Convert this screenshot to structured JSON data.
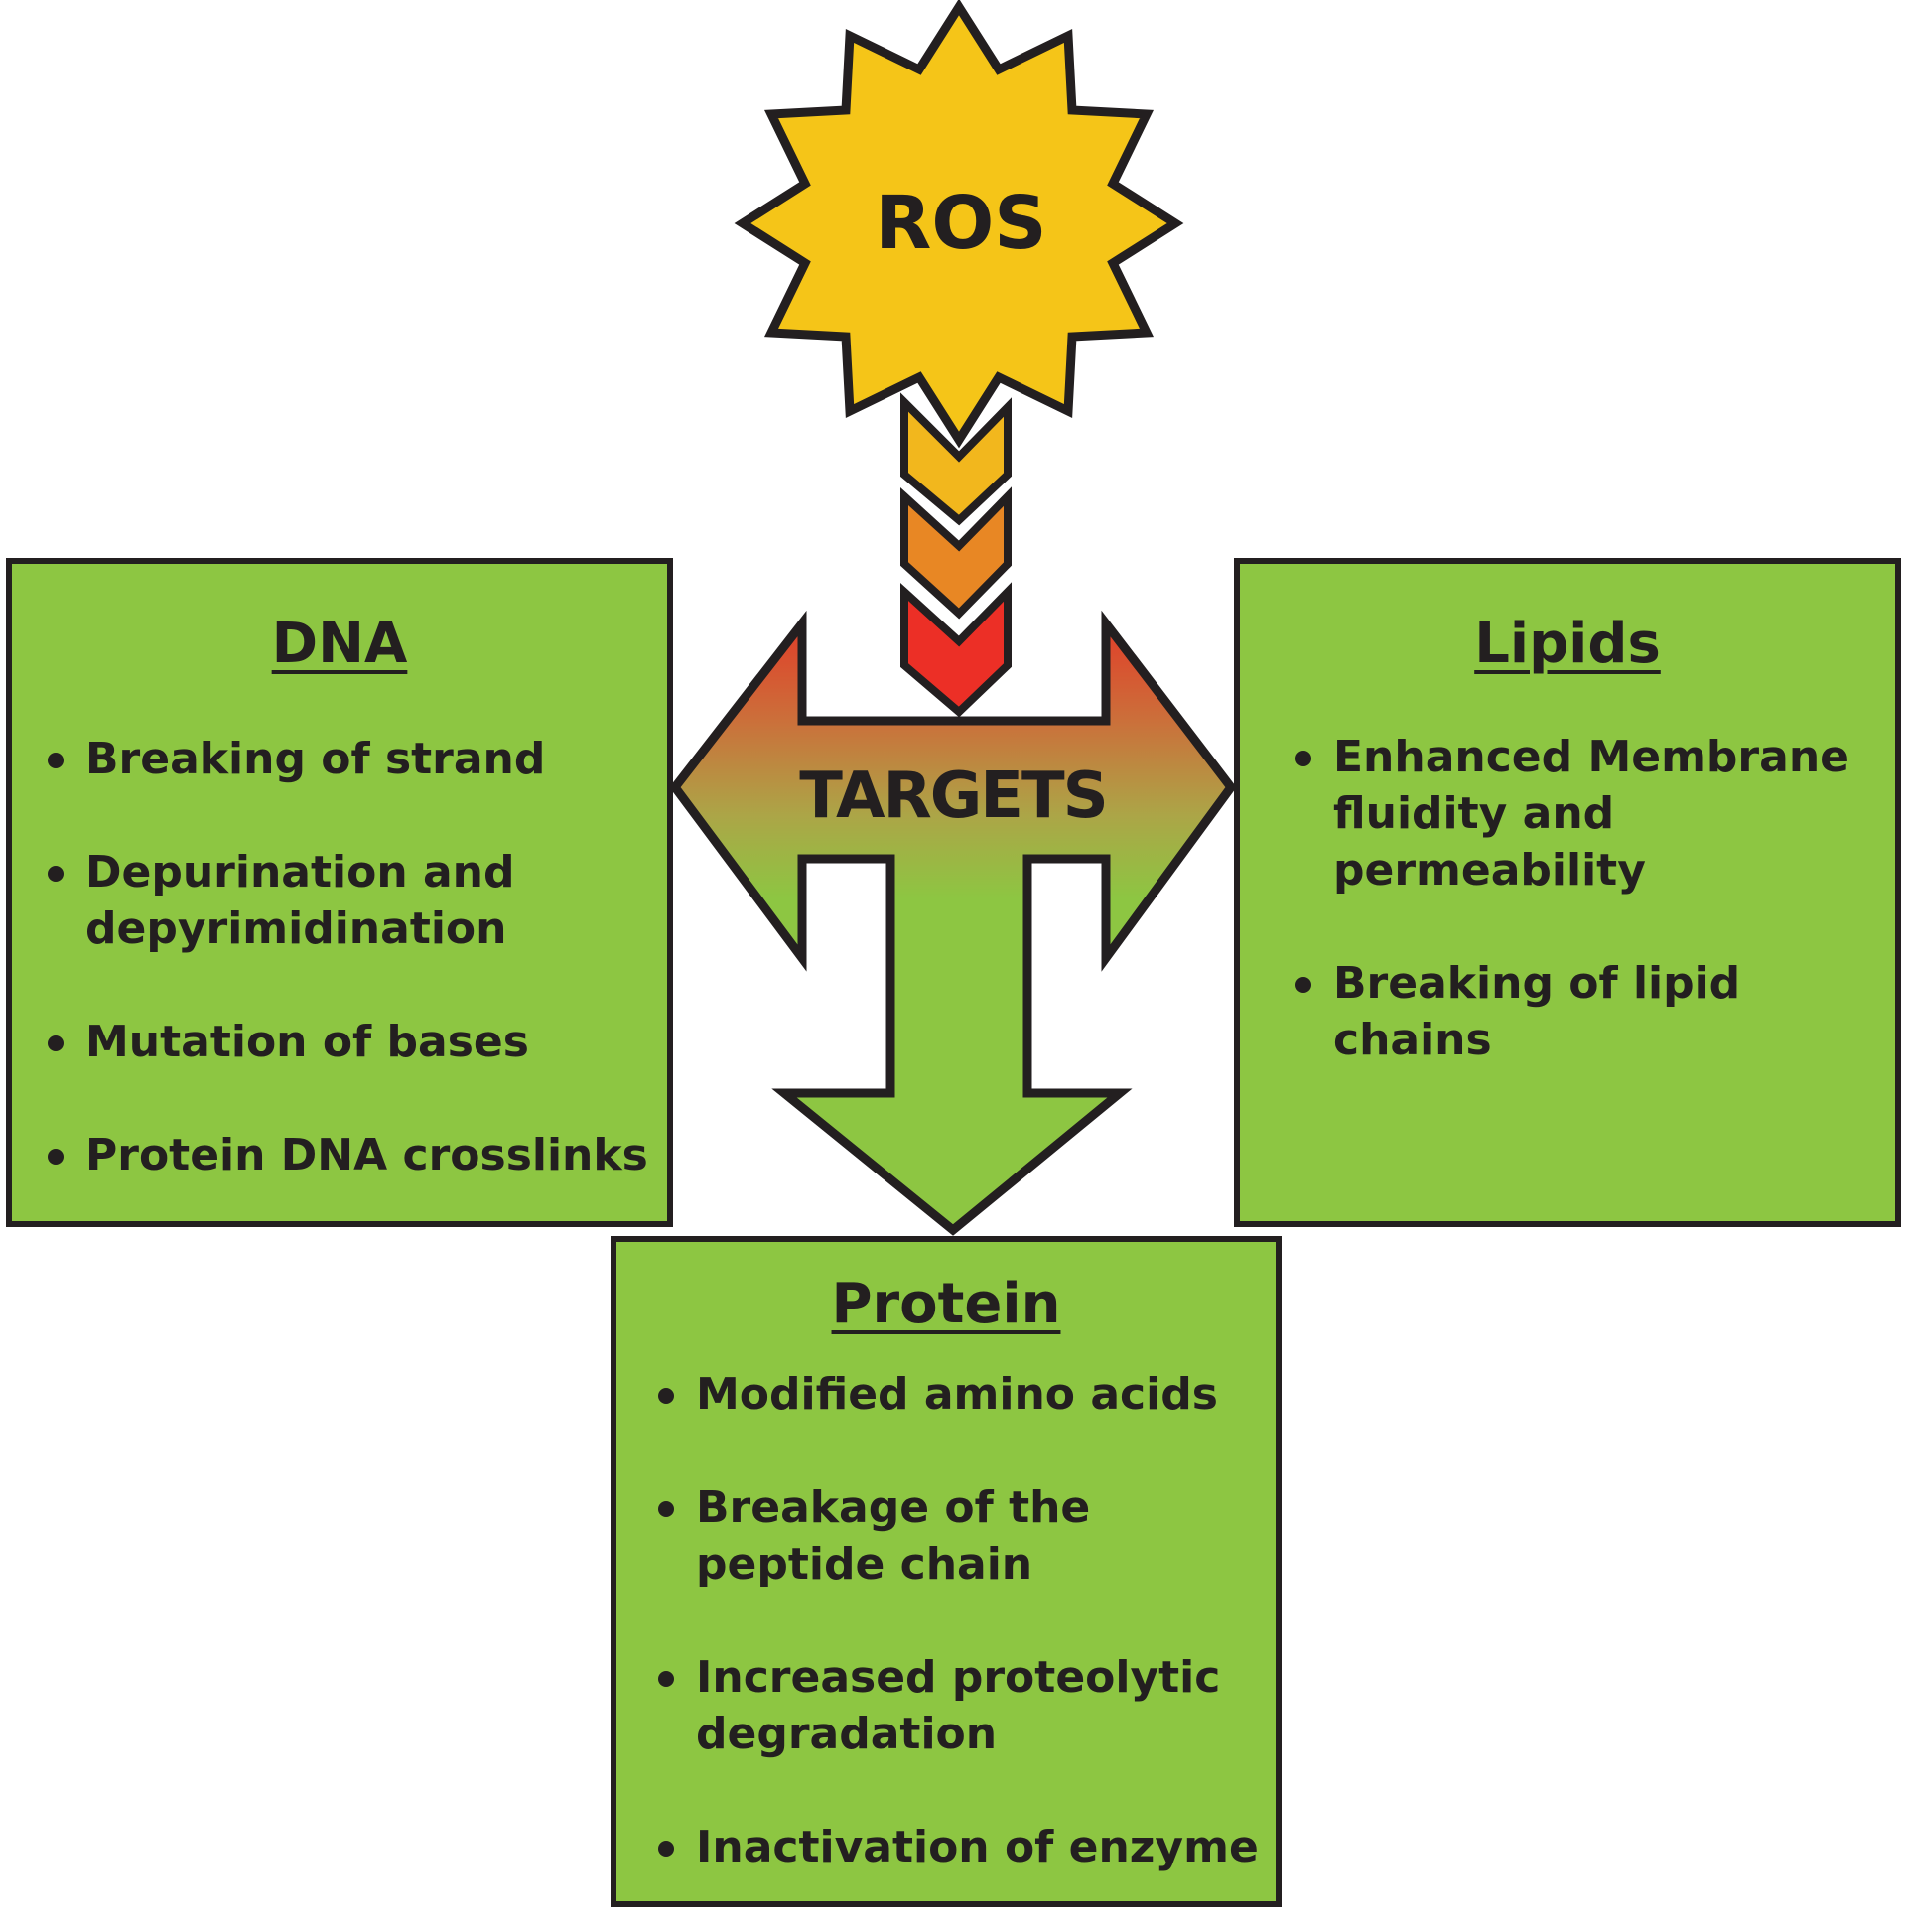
{
  "ros": {
    "label": "ROS"
  },
  "targets": {
    "label": "TARGETS"
  },
  "dna": {
    "title": "DNA",
    "items": [
      "Breaking of strand",
      "Depurination and depyrimidination",
      "Mutation of bases",
      "Protein DNA crosslinks"
    ]
  },
  "lipids": {
    "title": "Lipids",
    "items": [
      "Enhanced Membrane fluidity and permeability",
      "Breaking of lipid chains"
    ]
  },
  "protein": {
    "title": "Protein",
    "items": [
      "Modified amino acids",
      "Breakage of the peptide chain",
      "Increased proteolytic degradation",
      "Inactivation of enzyme"
    ]
  },
  "colors": {
    "box_fill": "#8dc642",
    "outline": "#231f20",
    "star_fill": "#f5c518",
    "chevron_1": "#f2b71d",
    "chevron_2": "#e88724",
    "chevron_3": "#ec2f26",
    "arrow_gradient_top": "#e23c28",
    "arrow_gradient_bottom": "#8dc642"
  }
}
